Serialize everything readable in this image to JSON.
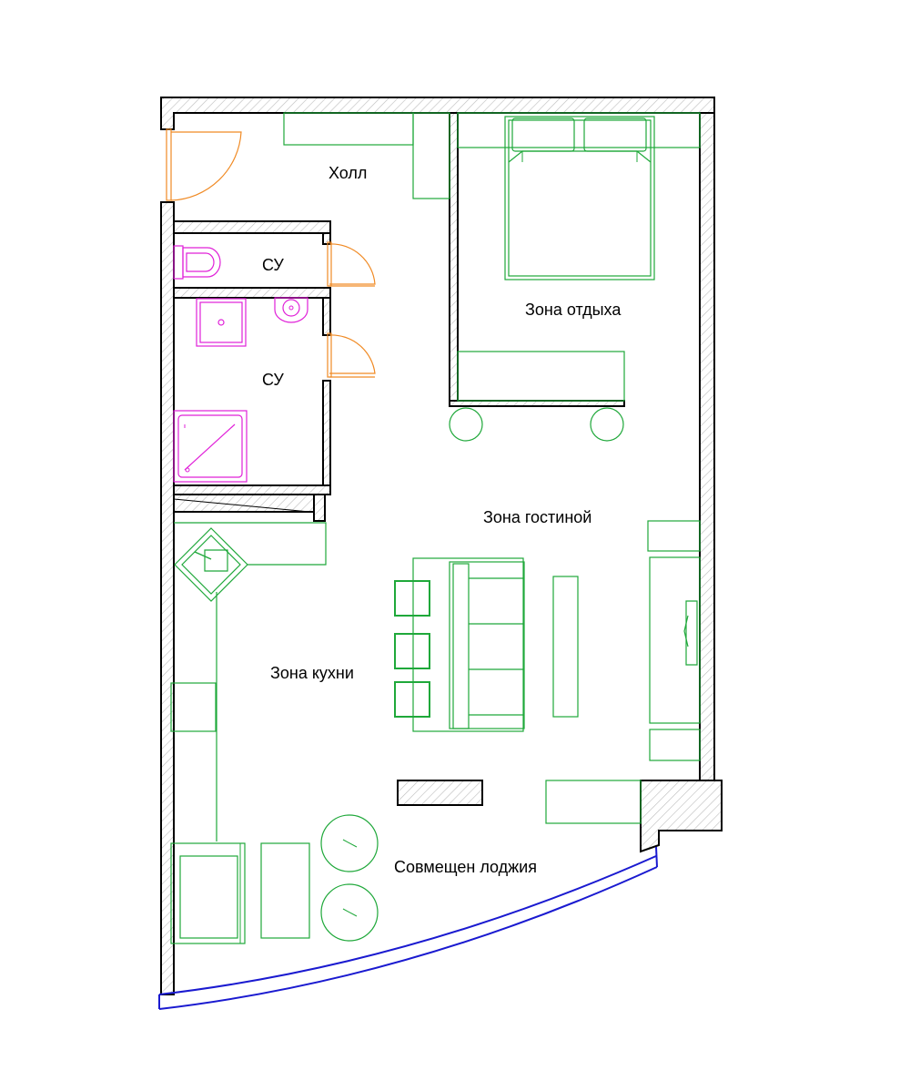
{
  "labels": {
    "hall": "Холл",
    "wc_upper": "СУ",
    "wc_lower": "СУ",
    "rest_zone": "Зона отдыха",
    "living_zone": "Зона гостиной",
    "kitchen_zone": "Зона кухни",
    "loggia": "Совмещен лоджия"
  },
  "colors": {
    "walls": "#000000",
    "hatch": "#bdbdbd",
    "furniture": "#1fa83a",
    "sanitary": "#e020d8",
    "doors": "#f08a24",
    "window": "#1a1ad0"
  }
}
